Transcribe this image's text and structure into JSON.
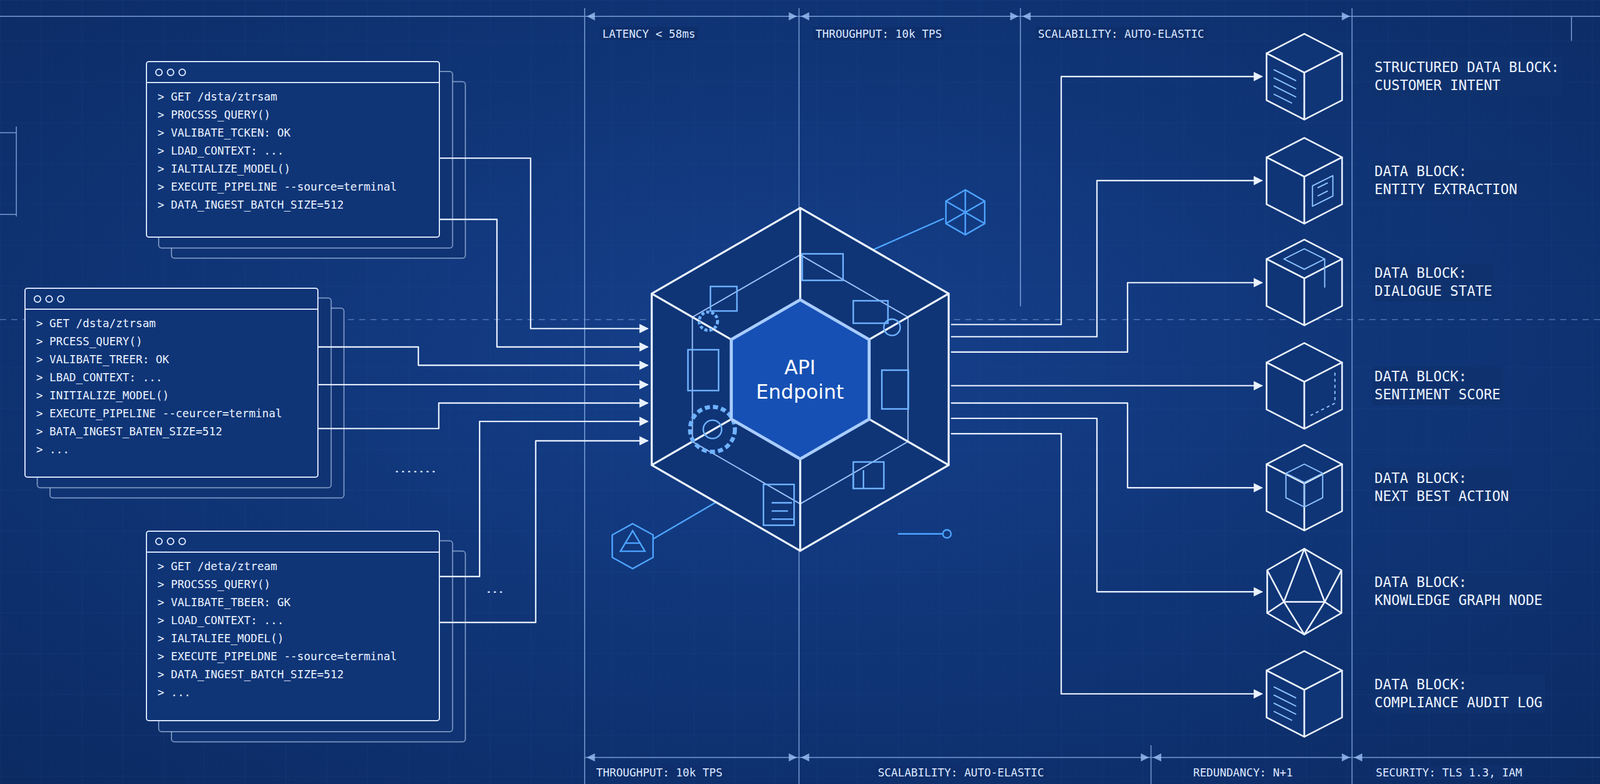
{
  "diagram": {
    "nodes": [
      {
        "text": [
          "> GET /dsta/ztrsam",
          "> PROCSSS_QUERY()",
          "> VALIBATE_TCKEN: OK",
          "> LDAD_CONTEXT: ...",
          "> IALTIALIZE_MODEL()",
          "> EXECUTE_PIPELINE --source=terminal",
          "> DATA_INGEST_BATCH_SIZE=512"
        ]
      },
      {
        "text": [
          "> GET /dsta/ztrsam",
          "> PRCESS_QUERY()",
          "> VALIBATE_TREER: OK",
          "> LBAD_CONTEXT: ...",
          "> INITIALIZE_MODEL()",
          "> EXECUTE_PIPELINE --ceurcer=terminal",
          "> BATA_INGEST_BATEN_SIZE=512",
          "> ..."
        ]
      },
      {
        "text": [
          "> GET /deta/ztream",
          "> PROCSSS_QUERY()",
          "> VALIBATE_TBEER: GK",
          "> LOAD_CONTEXT: ...",
          "> IALTALIEE_MODEL()",
          "> EXECUTE_PIPELDNE --source=terminal",
          "> DATA_INGEST_BATCH_SIZE=512",
          "> ..."
        ]
      },
      {
        "text": [
          "API Endpoint"
        ]
      },
      {
        "text": [
          "STRUCTURED DATA BLOCK:",
          "CUSTOMER INTENT"
        ]
      },
      {
        "text": [
          "DATA BLOCK:",
          "ENTITY EXTRACTION"
        ]
      },
      {
        "text": [
          "DATA BLOCK:",
          "DIALOGUE STATE"
        ]
      },
      {
        "text": [
          "DATA BLOCK:",
          "SENTIMENT SCORE"
        ]
      },
      {
        "text": [
          "DATA BLOCK:",
          "NEXT BEST ACTION"
        ]
      },
      {
        "text": [
          "DATA BLOCK:",
          "KNOWLEDGE GRAPH NODE"
        ]
      },
      {
        "text": [
          "DATA BLOCK:",
          "COMPLIANCE AUDIT LOG"
        ]
      }
    ],
    "edges": [
      {
        "from": 0,
        "to": 3,
        "arrow": "to"
      },
      {
        "from": 0,
        "to": 3,
        "arrow": "to"
      },
      {
        "from": 1,
        "to": 3,
        "arrow": "to"
      },
      {
        "from": 1,
        "to": 3,
        "arrow": "to"
      },
      {
        "from": 1,
        "to": 3,
        "arrow": "to"
      },
      {
        "from": 2,
        "to": 3,
        "arrow": "to"
      },
      {
        "from": 2,
        "to": 3,
        "arrow": "to"
      },
      {
        "from": 3,
        "to": 4,
        "arrow": "to"
      },
      {
        "from": 3,
        "to": 5,
        "arrow": "to"
      },
      {
        "from": 3,
        "to": 6,
        "arrow": "to"
      },
      {
        "from": 3,
        "to": 7,
        "arrow": "to"
      },
      {
        "from": 3,
        "to": 8,
        "arrow": "to"
      },
      {
        "from": 3,
        "to": 9,
        "arrow": "to"
      },
      {
        "from": 3,
        "to": 10,
        "arrow": "to"
      }
    ],
    "labels": [
      "LATENCY < 58ms",
      "THROUGHPUT: 10k TPS",
      "SCALABILITY: AUTO-ELASTIC",
      "THROUGHPUT: 10k TPS",
      "SCALABILITY: AUTO-ELASTIC",
      "REDUNDANCY: N+1",
      "SECURITY: TLS 1.3, IAM"
    ]
  }
}
